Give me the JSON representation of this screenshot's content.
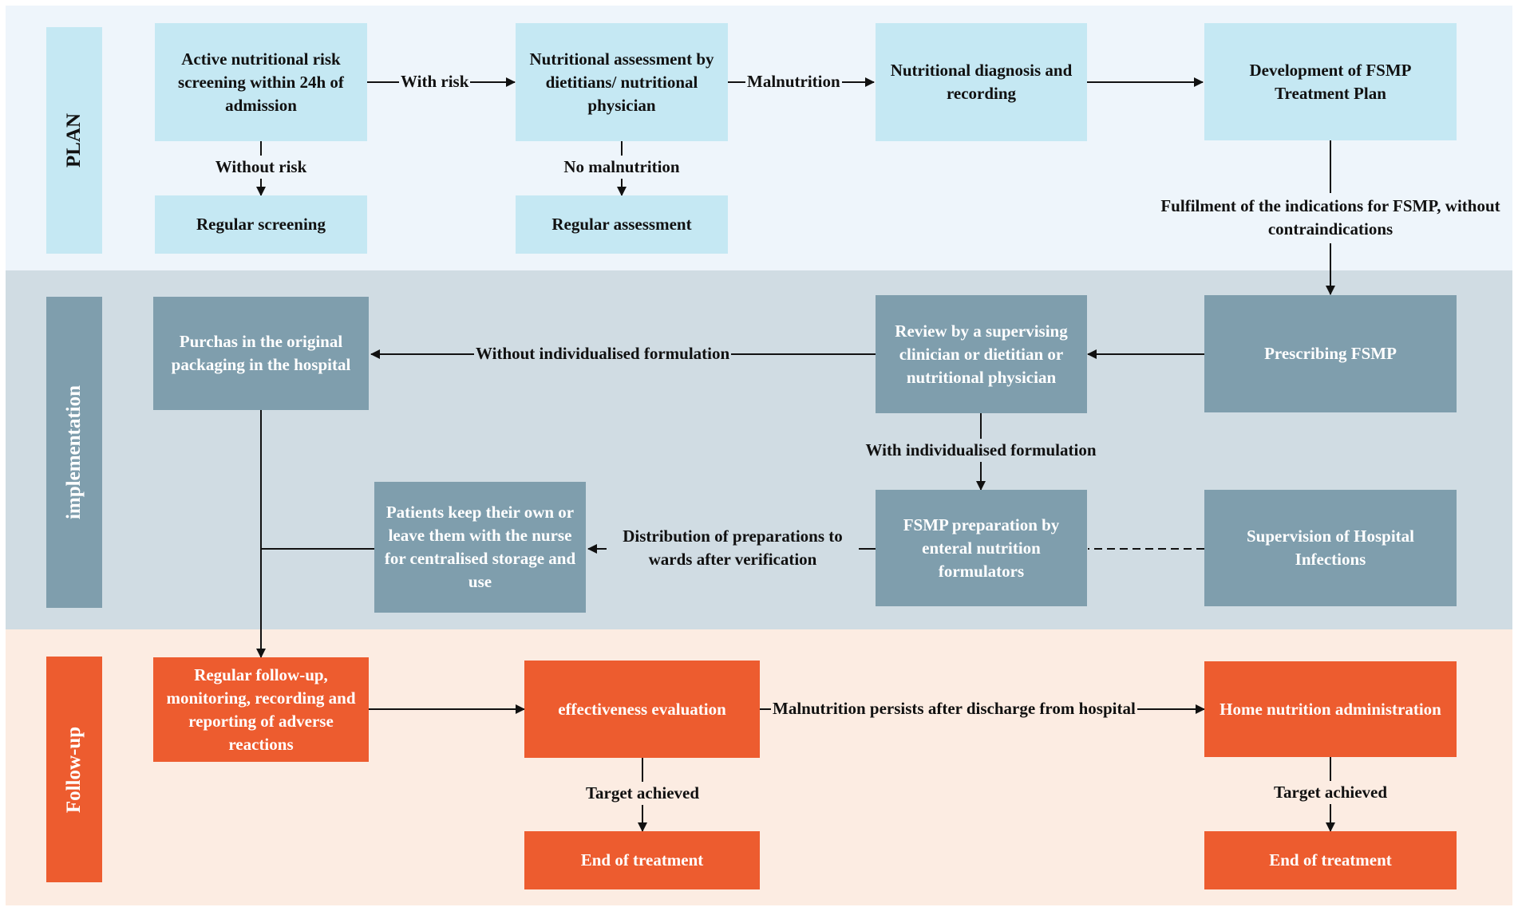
{
  "lanes": {
    "plan": "PLAN",
    "implementation": "implementation",
    "followup": "Follow-up"
  },
  "nodes": {
    "risk_screening": "Active nutritional risk screening within 24h of admission",
    "regular_screening": "Regular screening",
    "nutritional_assessment": "Nutritional assessment by dietitians/ nutritional physician",
    "regular_assessment": "Regular assessment",
    "diagnosis_recording": "Nutritional diagnosis and recording",
    "fsmp_plan": "Development of FSMP Treatment Plan",
    "prescribing_fsmp": "Prescribing FSMP",
    "review": "Review by a supervising clinician or dietitian or nutritional physician",
    "purchase": "Purchas in the original packaging in the hospital",
    "fsmp_preparation": "FSMP preparation by enteral nutrition formulators",
    "supervision": "Supervision of Hospital Infections",
    "patients_keep": "Patients keep their own or leave them with the nurse for centralised storage and use",
    "followup_monitoring": "Regular follow-up, monitoring, recording and reporting of adverse reactions",
    "effectiveness": "effectiveness evaluation",
    "home_nutrition": "Home nutrition administration",
    "end_treatment_1": "End of treatment",
    "end_treatment_2": "End of treatment"
  },
  "edge_labels": {
    "with_risk": "With risk",
    "without_risk": "Without risk",
    "malnutrition": "Malnutrition",
    "no_malnutrition": "No malnutrition",
    "fulfilment": "Fulfilment of the indications for FSMP, without contraindications",
    "without_individualised": "Without individualised formulation",
    "with_individualised": "With individualised formulation",
    "distribution": "Distribution of preparations to wards after verification",
    "malnutrition_persists": "Malnutrition persists after discharge from hospital",
    "target_achieved_1": "Target achieved",
    "target_achieved_2": "Target achieved"
  },
  "colors": {
    "plan_band": "#eef5fb",
    "plan_box": "#c5e8f3",
    "impl_band": "#d0dce3",
    "impl_box": "#7f9ead",
    "follow_band": "#fcece2",
    "follow_box": "#ed5c2f"
  }
}
